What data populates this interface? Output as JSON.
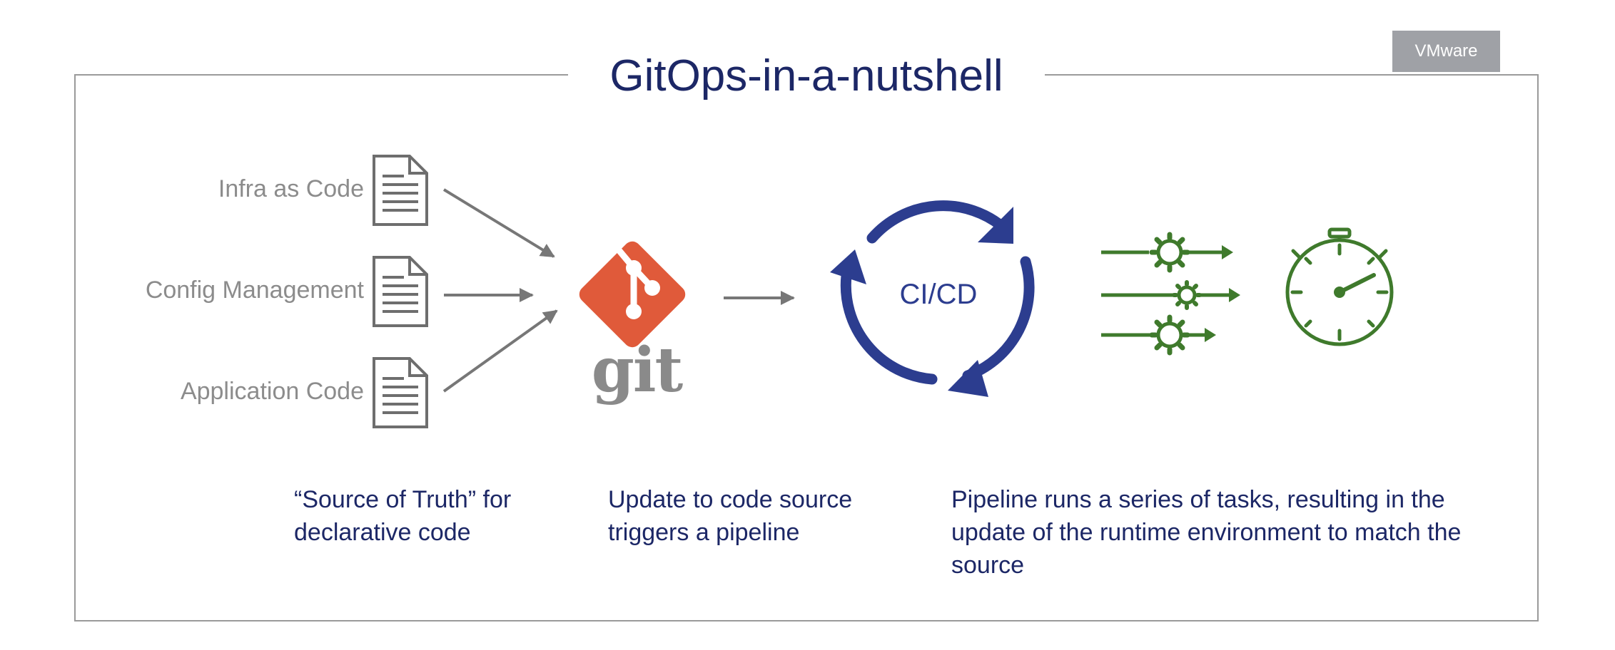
{
  "title": "GitOps-in-a-nutshell",
  "badge": "VMware",
  "sources": [
    {
      "label": "Infra as Code",
      "icon": "document-icon"
    },
    {
      "label": "Config Management",
      "icon": "document-icon"
    },
    {
      "label": "Application Code",
      "icon": "document-icon"
    }
  ],
  "git": {
    "word": "git",
    "icon": "git-logo-icon",
    "color": "#e05a3a"
  },
  "cicd": {
    "label": "CI/CD",
    "icon": "cycle-arrows-icon",
    "color": "#2c3d8f"
  },
  "tasks": {
    "icon": "gears-arrows-icon",
    "color": "#3f7a2c"
  },
  "timer": {
    "icon": "stopwatch-icon",
    "color": "#3f7a2c"
  },
  "captions": {
    "source": "“Source of Truth” for declarative code",
    "update": "Update to code source triggers a pipeline",
    "pipeline": "Pipeline runs a series of tasks, resulting in the update of the runtime environment to match the source"
  },
  "colors": {
    "title": "#1c2766",
    "caption": "#1c2766",
    "frame": "#9a9a9a",
    "source_label": "#8c8c8c",
    "badge_bg": "#9fa1a6"
  }
}
